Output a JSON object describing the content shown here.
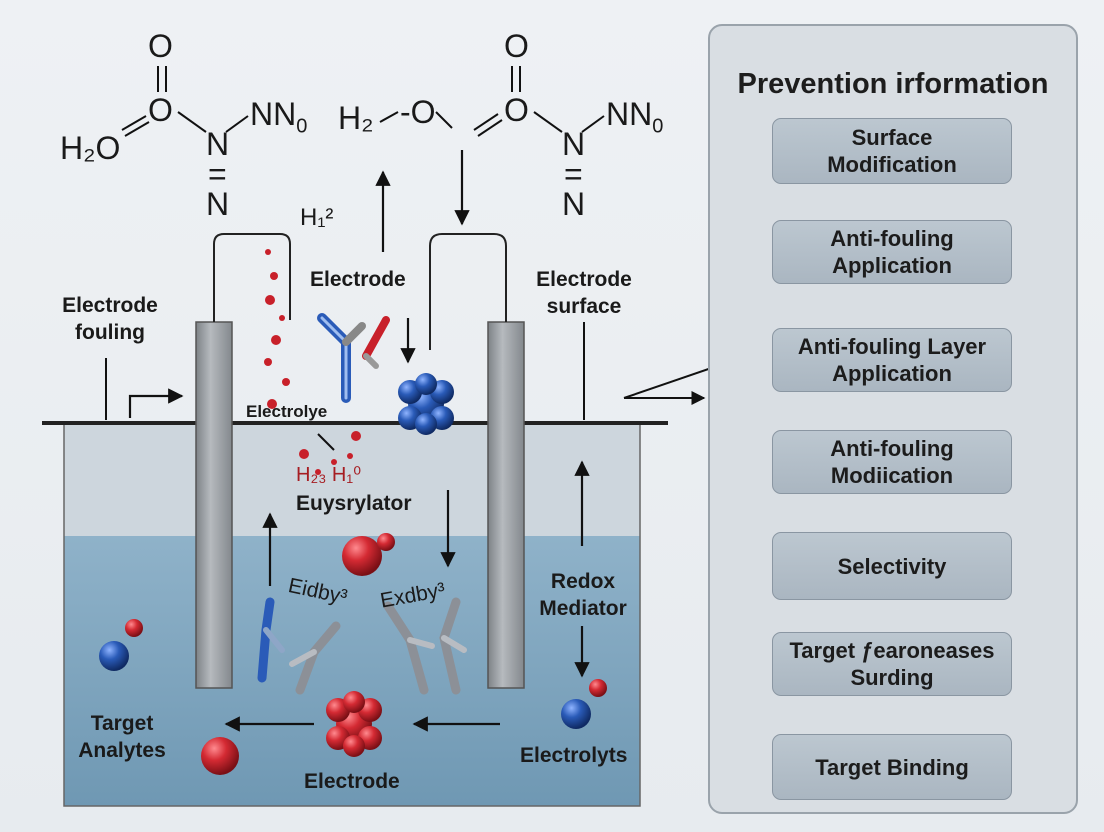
{
  "formulas": {
    "left_o_top": "O",
    "left_o_mid": "O",
    "left_h2o": "H₂O",
    "left_nn": "NN",
    "left_nn_sub": "0",
    "left_n1": "N",
    "left_eq": "=",
    "left_n2": "N",
    "right_h2": "H₂",
    "right_dash_o": "-O",
    "right_o_top": "O",
    "right_o_mid": "O",
    "right_nn": "NN",
    "right_nn_sub": "0",
    "right_n1": "N",
    "right_eq": "=",
    "right_n2": "N",
    "h1_2": "H₁²"
  },
  "labels": {
    "electrode_fouling": "Electrode\nfouling",
    "electrode_top": "Electrode",
    "electrode_surface": "Electrode\nsurface",
    "electrolye": "Electrolye",
    "h23_h1": "H₂₃ H₁⁰",
    "euysrylator": "Euysrylator",
    "eidby": "Eidby³",
    "exdby": "Exdby³",
    "redox_mediator": "Redox\nMediator",
    "target_analytes": "Target\nAnalytes",
    "electrode_bottom": "Electrode",
    "electrolyts": "Electrolyts"
  },
  "panel": {
    "title": "Prevention irformation",
    "steps": [
      "Surface\nModification",
      "Anti-fouling\nApplication",
      "Anti-fouling Layer\nApplication",
      "Anti-fouling\nModiication",
      "Selectivity",
      "Target ƒеaroneases\nSurding",
      "Target Binding"
    ]
  },
  "colors": {
    "water": "#7fa6bf",
    "tank_upper": "#c9d2d9",
    "electrode": "#9ea3a8",
    "red_particle": "#c8202a",
    "blue_particle": "#1e4f9e",
    "panel_bg": "#d9dee3",
    "step_bg": "#b2bdc7"
  }
}
